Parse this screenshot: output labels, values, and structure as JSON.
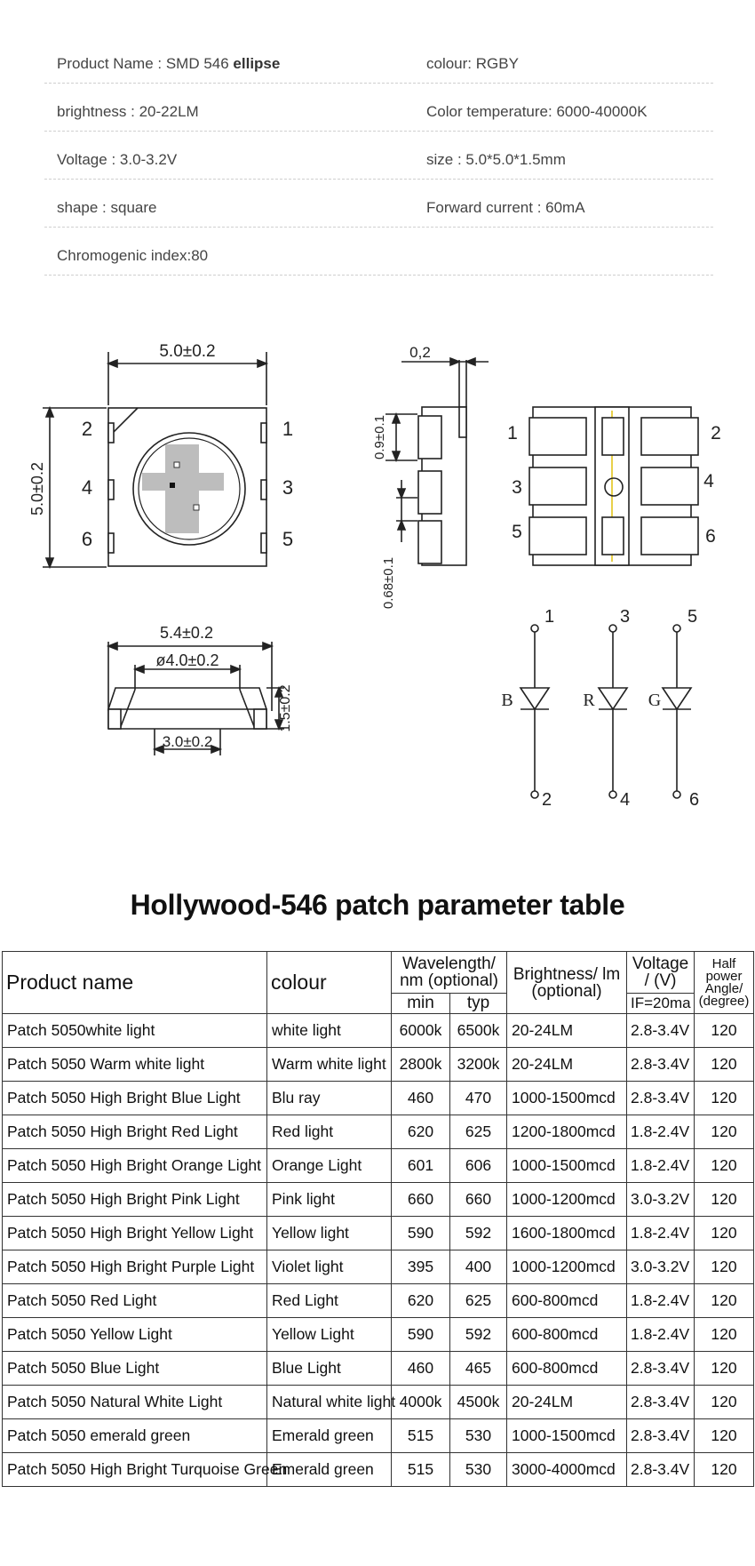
{
  "specs": [
    {
      "left": "Product Name : SMD 546 ellipse",
      "right": "colour: RGBY"
    },
    {
      "left": "brightness : 20-22LM",
      "right": "Color temperature: 6000-40000K"
    },
    {
      "left": "Voltage : 3.0-3.2V",
      "right": "size : 5.0*5.0*1.5mm"
    },
    {
      "left": "shape : square",
      "right": "Forward current : 60mA"
    },
    {
      "left": "Chromogenic index:80",
      "right": ""
    }
  ],
  "diagram": {
    "top_width": "5.0±0.2",
    "side_height": "5.0±0.2",
    "lead_thickness": "0,2",
    "lead_pitch": "0.9±0.1",
    "lead_gap": "0.68±0.1",
    "bottom_width": "5.4±0.2",
    "lens_diameter": "ø4.0±0.2",
    "bottom_base": "3.0±0.2",
    "bottom_height": "1.5±0.2",
    "pins_left": [
      "2",
      "4",
      "6"
    ],
    "pins_right": [
      "1",
      "3",
      "5"
    ],
    "pad_left": [
      "1",
      "3",
      "5"
    ],
    "pad_right": [
      "2",
      "4",
      "6"
    ],
    "circuit": [
      {
        "label": "B",
        "top": "1",
        "bottom": "2"
      },
      {
        "label": "R",
        "top": "3",
        "bottom": "4"
      },
      {
        "label": "G",
        "top": "5",
        "bottom": "6"
      }
    ]
  },
  "table": {
    "title": "Hollywood-546 patch parameter table",
    "headers": {
      "product": "Product name",
      "colour": "colour",
      "wavelength": "Wavelength/ nm (optional)",
      "min": "min",
      "typ": "typ",
      "brightness": "Brightness/ lm (optional)",
      "voltage": "Voltage / (V)",
      "if": "IF=20ma",
      "angle": "Half power Angle/ (degree)"
    },
    "rows": [
      {
        "product": "Patch 5050white light",
        "colour": "white light",
        "min": "6000k",
        "typ": "6500k",
        "brightness": "20-24LM",
        "voltage": "2.8-3.4V",
        "angle": "120"
      },
      {
        "product": "Patch 5050 Warm white light",
        "colour": "Warm white light",
        "min": "2800k",
        "typ": "3200k",
        "brightness": "20-24LM",
        "voltage": "2.8-3.4V",
        "angle": "120"
      },
      {
        "product": "Patch 5050 High Bright Blue Light",
        "colour": "Blu ray",
        "min": "460",
        "typ": "470",
        "brightness": "1000-1500mcd",
        "voltage": "2.8-3.4V",
        "angle": "120"
      },
      {
        "product": "Patch 5050 High Bright Red Light",
        "colour": "Red light",
        "min": "620",
        "typ": "625",
        "brightness": "1200-1800mcd",
        "voltage": "1.8-2.4V",
        "angle": "120"
      },
      {
        "product": "Patch 5050 High Bright Orange Light",
        "colour": "Orange Light",
        "min": "601",
        "typ": "606",
        "brightness": "1000-1500mcd",
        "voltage": "1.8-2.4V",
        "angle": "120"
      },
      {
        "product": "Patch 5050 High Bright Pink Light",
        "colour": "Pink light",
        "min": "660",
        "typ": "660",
        "brightness": "1000-1200mcd",
        "voltage": "3.0-3.2V",
        "angle": "120"
      },
      {
        "product": "Patch 5050 High Bright Yellow Light",
        "colour": "Yellow light",
        "min": "590",
        "typ": "592",
        "brightness": "1600-1800mcd",
        "voltage": "1.8-2.4V",
        "angle": "120"
      },
      {
        "product": "Patch 5050 High Bright Purple Light",
        "colour": "Violet light",
        "min": "395",
        "typ": "400",
        "brightness": "1000-1200mcd",
        "voltage": "3.0-3.2V",
        "angle": "120"
      },
      {
        "product": "Patch 5050 Red Light",
        "colour": "Red Light",
        "min": "620",
        "typ": "625",
        "brightness": "600-800mcd",
        "voltage": "1.8-2.4V",
        "angle": "120"
      },
      {
        "product": "Patch 5050 Yellow Light",
        "colour": "Yellow Light",
        "min": "590",
        "typ": "592",
        "brightness": "600-800mcd",
        "voltage": "1.8-2.4V",
        "angle": "120"
      },
      {
        "product": "Patch 5050 Blue Light",
        "colour": "Blue Light",
        "min": "460",
        "typ": "465",
        "brightness": "600-800mcd",
        "voltage": "2.8-3.4V",
        "angle": "120"
      },
      {
        "product": "Patch 5050 Natural White Light",
        "colour": "Natural white light",
        "min": "4000k",
        "typ": "4500k",
        "brightness": "20-24LM",
        "voltage": "2.8-3.4V",
        "angle": "120"
      },
      {
        "product": "Patch 5050 emerald green",
        "colour": "Emerald green",
        "min": "515",
        "typ": "530",
        "brightness": "1000-1500mcd",
        "voltage": "2.8-3.4V",
        "angle": "120"
      },
      {
        "product": "Patch 5050 High Bright Turquoise Green",
        "colour": "Emerald green",
        "min": "515",
        "typ": "530",
        "brightness": "3000-4000mcd",
        "voltage": "2.8-3.4V",
        "angle": "120"
      }
    ]
  }
}
